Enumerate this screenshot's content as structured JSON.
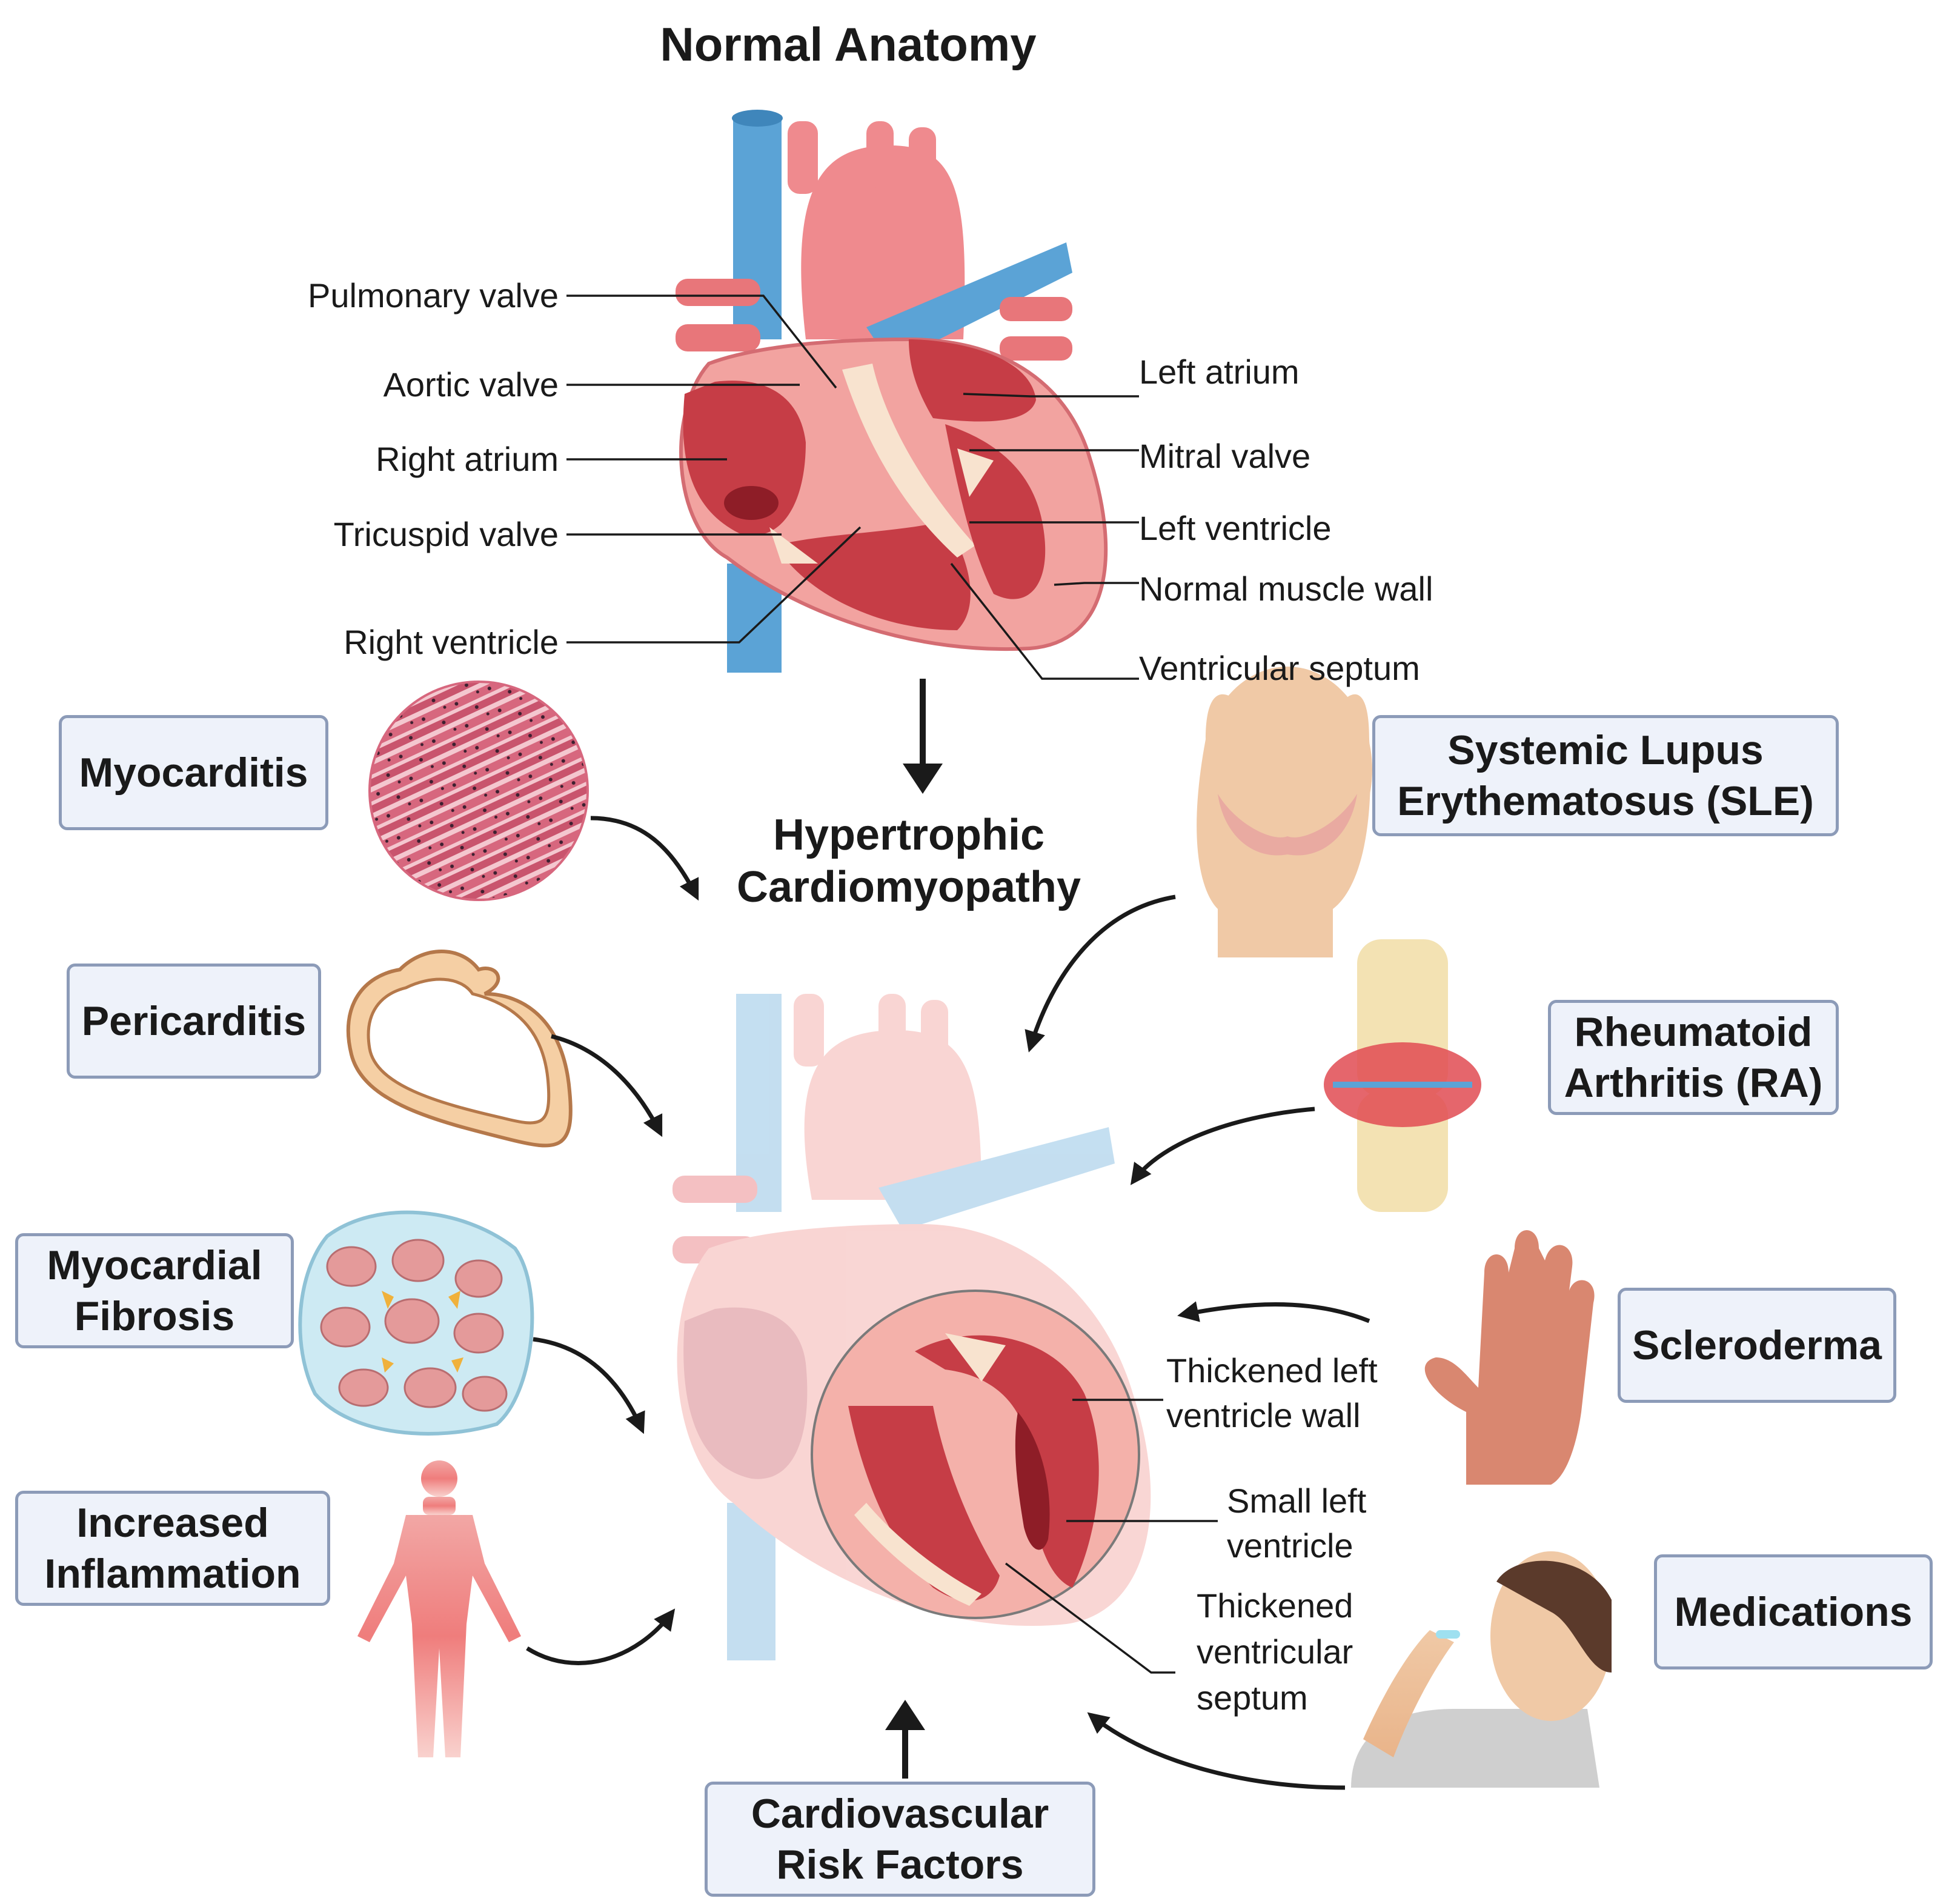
{
  "title": "Normal Anatomy",
  "center_title": [
    "Hypertrophic",
    "Cardiomyopathy"
  ],
  "normal_labels": {
    "pulmonary_valve": "Pulmonary valve",
    "aortic_valve": "Aortic valve",
    "right_atrium": "Right atrium",
    "tricuspid_valve": "Tricuspid valve",
    "right_ventricle": "Right ventricle",
    "left_atrium": "Left atrium",
    "mitral_valve": "Mitral valve",
    "left_ventricle": "Left ventricle",
    "normal_muscle_wall": "Normal muscle wall",
    "ventricular_septum": "Ventricular septum"
  },
  "hcm_labels": {
    "thickened_lv_wall": [
      "Thickened left",
      "ventricle wall"
    ],
    "small_lv": [
      "Small left",
      "ventricle"
    ],
    "thickened_septum": [
      "Thickened",
      "ventricular",
      "septum"
    ]
  },
  "causes_left": [
    {
      "key": "myocarditis",
      "lines": [
        "Myocarditis"
      ]
    },
    {
      "key": "pericarditis",
      "lines": [
        "Pericarditis"
      ]
    },
    {
      "key": "myocardial_fibrosis",
      "lines": [
        "Myocardial",
        "Fibrosis"
      ]
    },
    {
      "key": "increased_inflammation",
      "lines": [
        "Increased",
        "Inflammation"
      ]
    }
  ],
  "causes_right": [
    {
      "key": "sle",
      "lines": [
        "Systemic Lupus",
        "Erythematosus (SLE)"
      ]
    },
    {
      "key": "ra",
      "lines": [
        "Rheumatoid",
        "Arthritis (RA)"
      ]
    },
    {
      "key": "scleroderma",
      "lines": [
        "Scleroderma"
      ]
    },
    {
      "key": "medications",
      "lines": [
        "Medications"
      ]
    }
  ],
  "cause_bottom": {
    "key": "cardiovascular_risk_factors",
    "lines": [
      "Cardiovascular",
      "Risk Factors"
    ]
  },
  "icons": [
    "heart-normal-icon",
    "heart-hypertrophic-icon",
    "myocarditis-tissue-icon",
    "pericardium-icon",
    "fibrosis-tissue-icon",
    "human-body-icon",
    "face-rash-icon",
    "knee-joint-icon",
    "hand-icon",
    "person-pill-icon"
  ],
  "colors": {
    "box_fill": "#eef2fa",
    "box_border": "#8c9bb8",
    "vessel_blue": "#5ba3d6",
    "heart_red": "#e8767a",
    "chamber_dark": "#c63d46"
  }
}
